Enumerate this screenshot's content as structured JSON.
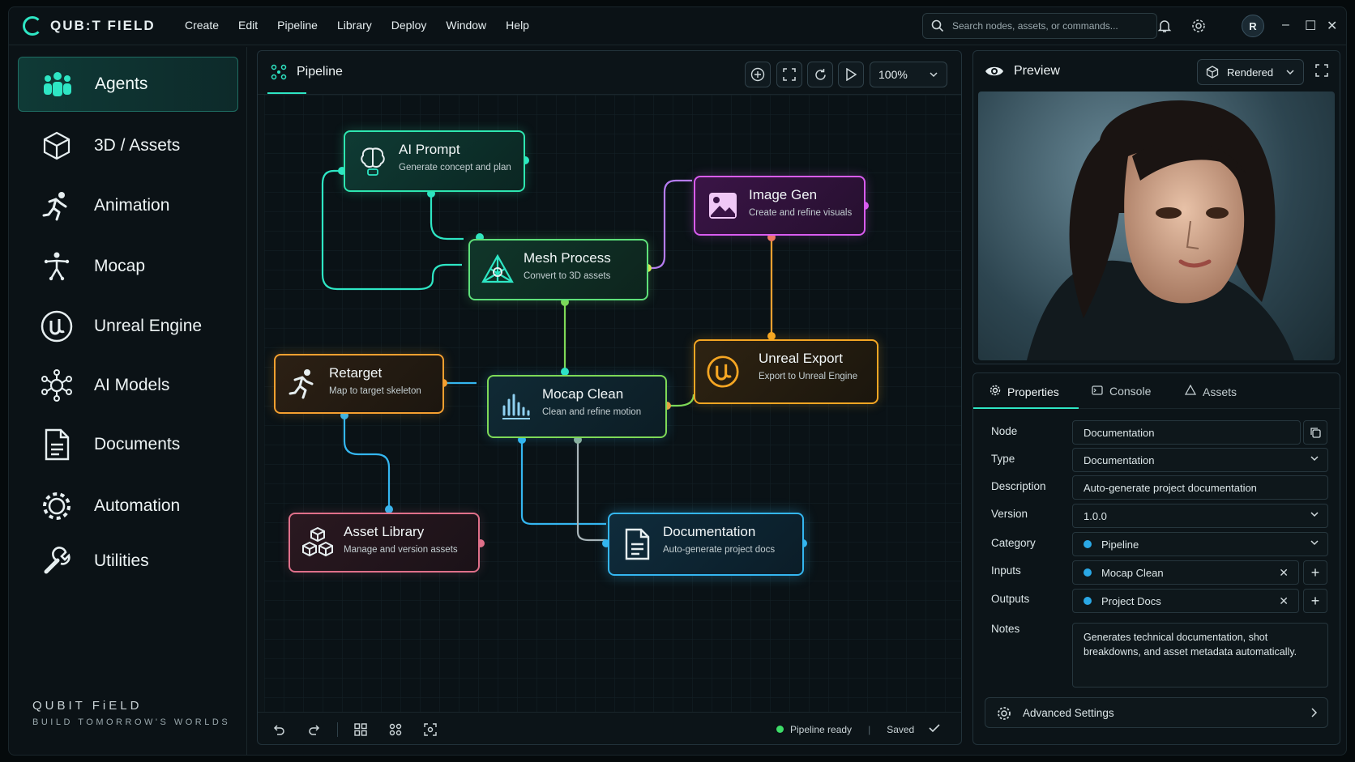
{
  "app": {
    "name": "QUB:T FIELD"
  },
  "menu": [
    "Create",
    "Edit",
    "Pipeline",
    "Library",
    "Deploy",
    "Window",
    "Help"
  ],
  "search": {
    "placeholder": "Search nodes, assets, or commands..."
  },
  "user": {
    "initial": "R"
  },
  "sidebar": {
    "items": [
      {
        "label": "Agents",
        "icon": "agents-icon",
        "active": true
      },
      {
        "label": "3D / Assets",
        "icon": "cube-icon"
      },
      {
        "label": "Animation",
        "icon": "running-figure-icon"
      },
      {
        "label": "Mocap",
        "icon": "mocap-figure-icon"
      },
      {
        "label": "Unreal Engine",
        "icon": "unreal-logo-icon"
      },
      {
        "label": "AI Models",
        "icon": "network-icon"
      },
      {
        "label": "Documents",
        "icon": "document-icon"
      },
      {
        "label": "Automation",
        "icon": "gear-icon"
      },
      {
        "label": "Utilities",
        "icon": "wrench-icon"
      }
    ],
    "brand_line1": "QUBIT FiELD",
    "brand_line2": "BUILD TOMORROW'S WORLDS"
  },
  "pipeline": {
    "title": "Pipeline",
    "zoom": "100%",
    "status": "Pipeline ready",
    "saved": "Saved",
    "nodes": {
      "ai_prompt": {
        "title": "AI Prompt",
        "subtitle": "Generate concept and plan",
        "color": "#2ee6b0"
      },
      "mesh_process": {
        "title": "Mesh Process",
        "subtitle": "Convert to 3D assets",
        "color": "#5ee07a"
      },
      "image_gen": {
        "title": "Image Gen",
        "subtitle": "Create and refine visuals",
        "color": "#d95cf0"
      },
      "unreal_export": {
        "title": "Unreal Export",
        "subtitle": "Export to Unreal Engine",
        "color": "#f5a623"
      },
      "retarget": {
        "title": "Retarget",
        "subtitle": "Map to target skeleton",
        "color": "#f5a030"
      },
      "mocap_clean": {
        "title": "Mocap Clean",
        "subtitle": "Clean and refine motion",
        "color": "#7ed957"
      },
      "asset_library": {
        "title": "Asset Library",
        "subtitle": "Manage and version assets",
        "color": "#e0708a"
      },
      "documentation": {
        "title": "Documentation",
        "subtitle": "Auto-generate project docs",
        "color": "#34b6f0"
      }
    }
  },
  "preview": {
    "title": "Preview",
    "mode": "Rendered"
  },
  "properties": {
    "tabs": [
      "Properties",
      "Console",
      "Assets"
    ],
    "node_label": "Node",
    "node_value": "Documentation",
    "type_label": "Type",
    "type_value": "Documentation",
    "description_label": "Description",
    "description_value": "Auto-generate project documentation",
    "version_label": "Version",
    "version_value": "1.0.0",
    "category_label": "Category",
    "category_value": "Pipeline",
    "inputs_label": "Inputs",
    "inputs_value": "Mocap Clean",
    "outputs_label": "Outputs",
    "outputs_value": "Project Docs",
    "notes_label": "Notes",
    "notes_value": "Generates technical documentation, shot breakdowns, and asset metadata automatically.",
    "advanced": "Advanced Settings"
  },
  "colors": {
    "accent": "#2ee6c4",
    "status_ok": "#3ddc68"
  }
}
